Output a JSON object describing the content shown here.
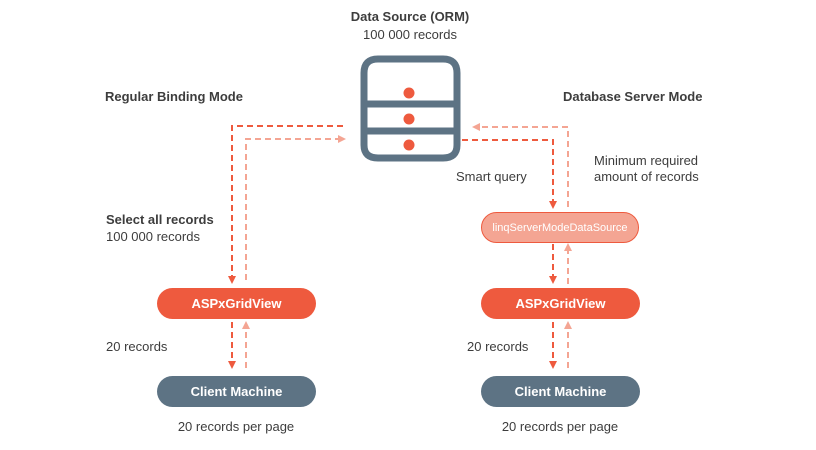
{
  "source": {
    "title": "Data Source (ORM)",
    "count": "100 000 records",
    "icon": "database-icon"
  },
  "left": {
    "heading": "Regular Binding Mode",
    "select_title": "Select all records",
    "select_count": "100 000 records",
    "grid_label": "ASPxGridView",
    "transfer_label": "20 records",
    "client_label": "Client Machine",
    "footer": "20 records per page"
  },
  "right": {
    "heading": "Database Server Mode",
    "query_label": "Smart query",
    "min_line1": "Minimum required",
    "min_line2": "amount of records",
    "datasource_label": "linqServerModeDataSource",
    "grid_label": "ASPxGridView",
    "transfer_label": "20 records",
    "client_label": "Client Machine",
    "footer": "20 records per page"
  },
  "colors": {
    "accent": "#ee5a3e",
    "accent_light": "#f4a593",
    "slate": "#5d7384",
    "text": "#3d3d3d"
  }
}
